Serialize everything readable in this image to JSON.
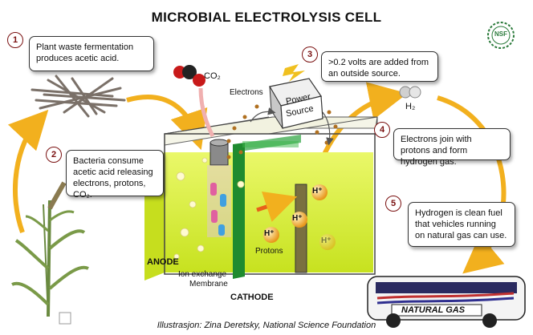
{
  "title": "MICROBIAL ELECTROLYSIS CELL",
  "logo_text": "NSF",
  "steps": [
    {
      "num": "1",
      "text": "Plant waste fermentation produces acetic acid."
    },
    {
      "num": "2",
      "text": "Bacteria consume acetic acid releasing electrons, protons, CO₂."
    },
    {
      "num": "3",
      "text": ">0.2 volts are added from an outside source."
    },
    {
      "num": "4",
      "text": "Electrons join with protons and form hydrogen gas."
    },
    {
      "num": "5",
      "text": "Hydrogen is clean fuel that vehicles running on natural gas can use."
    }
  ],
  "labels": {
    "co2": "CO₂",
    "h2": "H₂",
    "electrons": "Electrons",
    "power_source_line1": "Power",
    "power_source_line2": "Source",
    "anode": "ANODE",
    "cathode": "CATHODE",
    "membrane_line1": "Ion exchange",
    "membrane_line2": "Membrane",
    "protons": "Protons",
    "proton": "H⁺",
    "bus": "NATURAL GAS"
  },
  "credit": "Illustrasjon: Zina Deretsky, National Science Foundation",
  "colors": {
    "box_border": "#333333",
    "number_ring": "#7a1010",
    "arrow": "#f2b01e",
    "liquid": "#d8f23a",
    "membrane": "#1f8b2f",
    "proton": "#f0a020"
  }
}
